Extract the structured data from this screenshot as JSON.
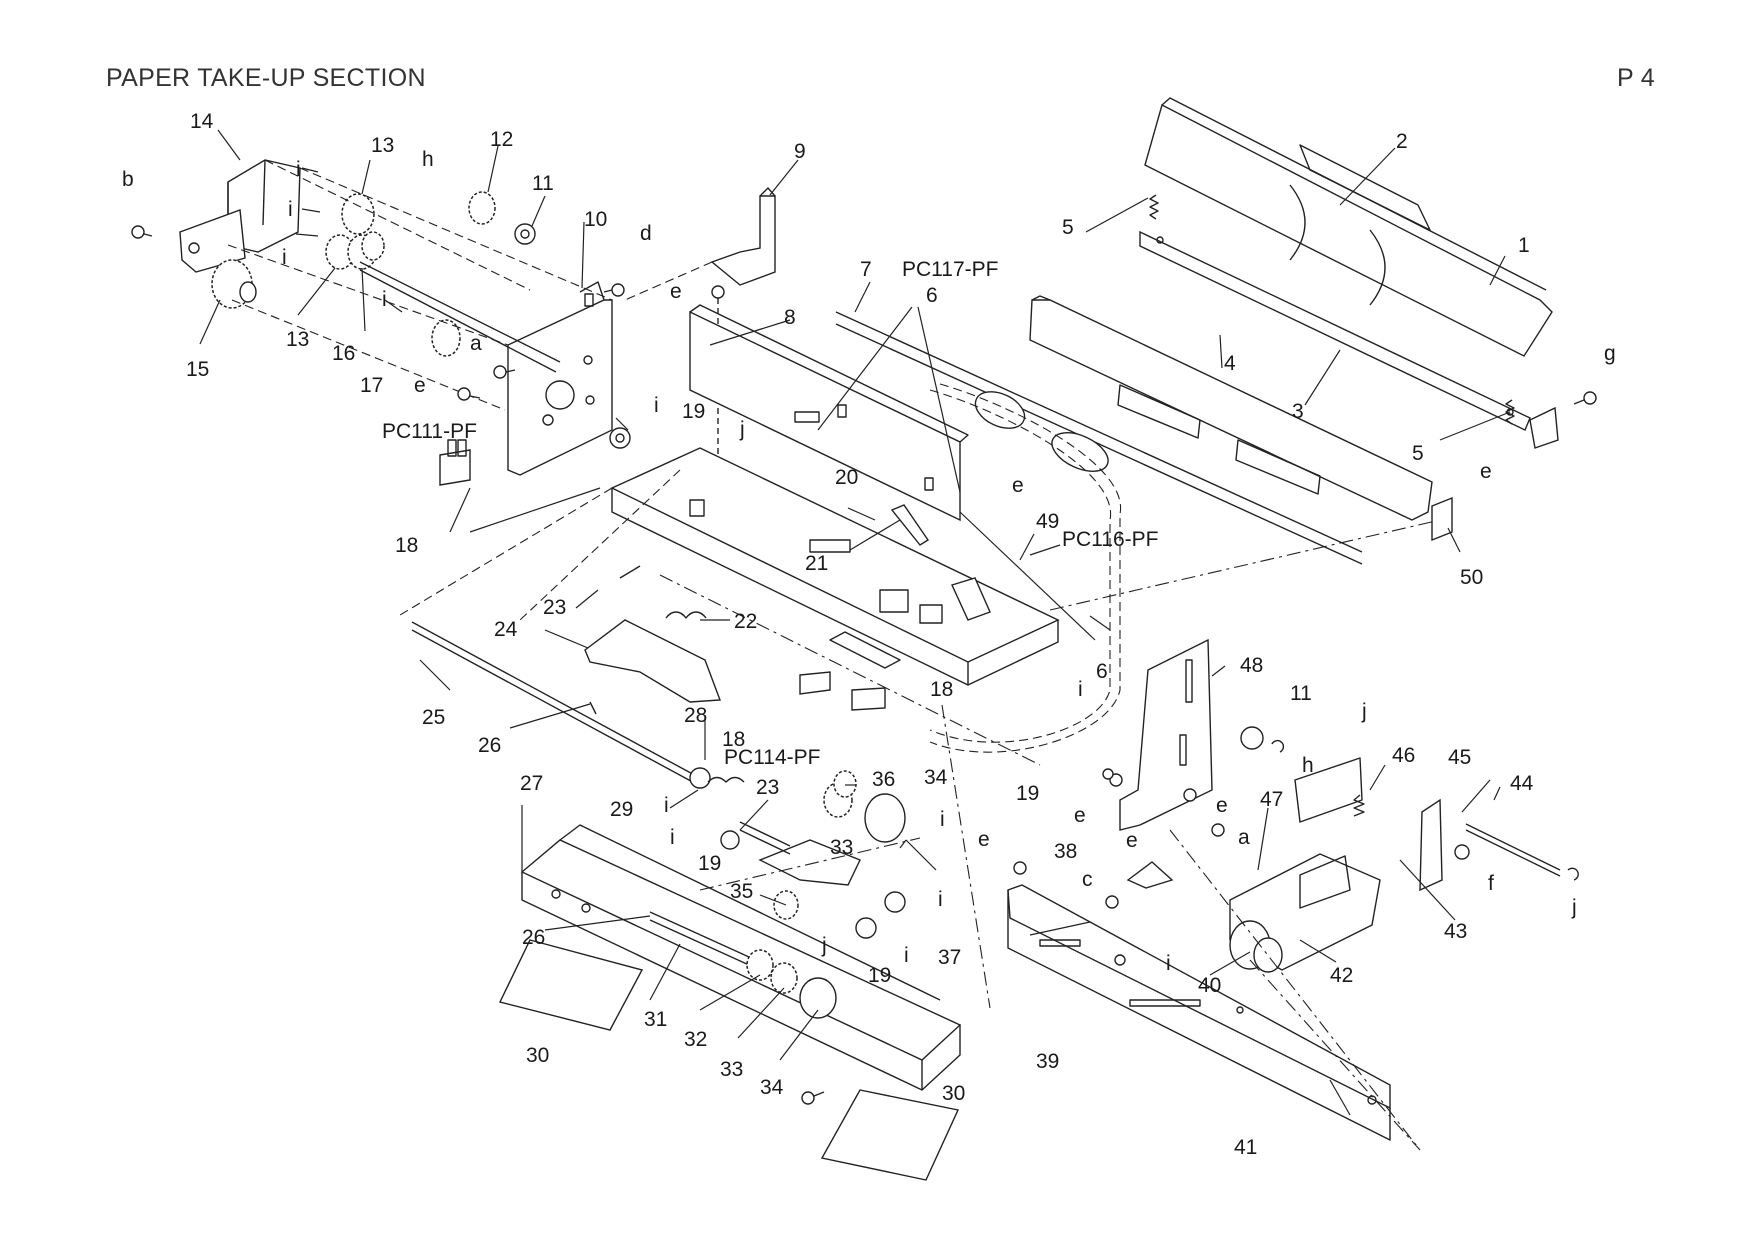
{
  "header": {
    "title": "PAPER TAKE-UP SECTION",
    "page": "P 4"
  },
  "callouts": [
    "1",
    "2",
    "3",
    "4",
    "5",
    "5",
    "6",
    "6",
    "7",
    "8",
    "9",
    "10",
    "11",
    "11",
    "12",
    "13",
    "13",
    "14",
    "15",
    "16",
    "17",
    "18",
    "18",
    "18",
    "19",
    "19",
    "19",
    "19",
    "20",
    "21",
    "22",
    "23",
    "23",
    "24",
    "25",
    "26",
    "26",
    "27",
    "28",
    "29",
    "30",
    "30",
    "31",
    "32",
    "33",
    "33",
    "34",
    "34",
    "35",
    "36",
    "37",
    "38",
    "39",
    "40",
    "41",
    "42",
    "43",
    "44",
    "45",
    "46",
    "47",
    "48",
    "49",
    "50"
  ],
  "fastener_letters": [
    "a",
    "a",
    "b",
    "c",
    "d",
    "e",
    "e",
    "e",
    "e",
    "e",
    "e",
    "e",
    "e",
    "f",
    "g",
    "h",
    "h",
    "i",
    "i",
    "i",
    "i",
    "i",
    "i",
    "i",
    "i",
    "i",
    "i",
    "i",
    "i",
    "j",
    "j",
    "j",
    "j"
  ],
  "sensor_labels": [
    "PC117-PF",
    "PC111-PF",
    "PC116-PF",
    "PC114-PF"
  ]
}
